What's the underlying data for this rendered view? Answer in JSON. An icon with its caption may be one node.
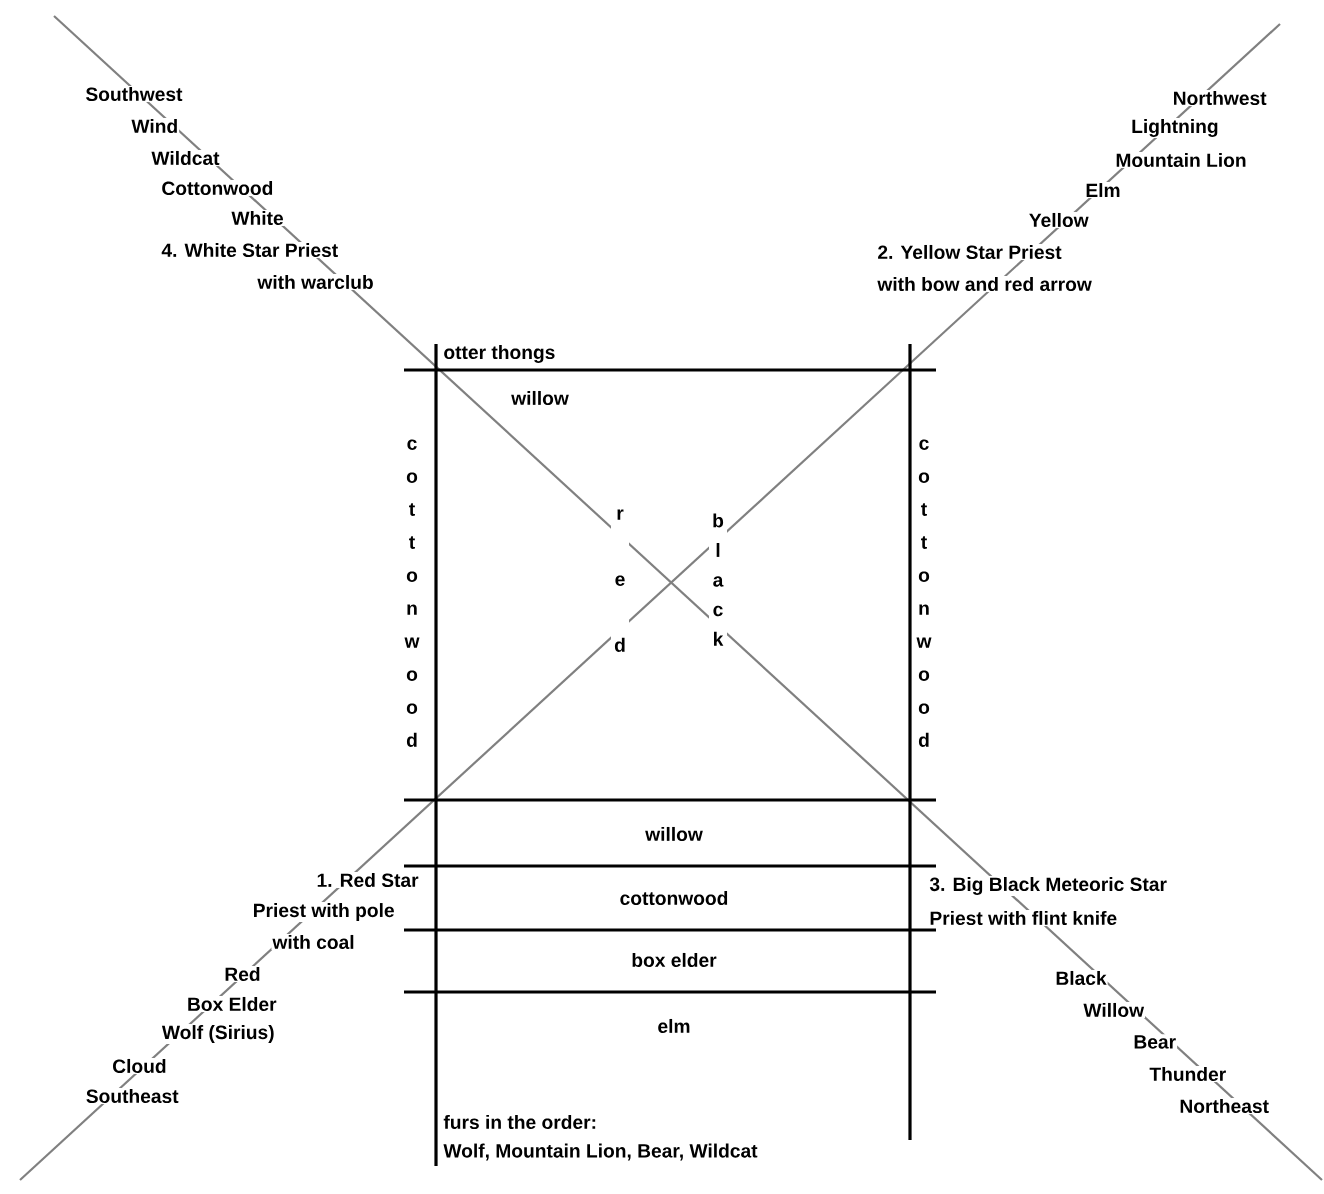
{
  "diagram": {
    "labels": [
      "Southwest",
      "Wind",
      "Wildcat",
      "Cottonwood",
      "White",
      "4. White Star Priest",
      "with warclub",
      "Northwest",
      "Lightning",
      "Mountain Lion",
      "Elm",
      "Yellow",
      "2. Yellow Star Priest",
      "with bow and red arrow",
      "otter thongs",
      "willow",
      "cottonwood",
      "red",
      "black",
      "cottonwood",
      "willow",
      "cottonwood",
      "box elder",
      "elm",
      "1. Red Star",
      "Priest with pole",
      "with coal",
      "Red",
      "Box Elder",
      "Wolf (Sirius)",
      "Cloud",
      "Southeast",
      "3. Big Black Meteoric Star",
      "Priest with flint knife",
      "Black",
      "Willow",
      "Bear",
      "Thunder",
      "Northeast",
      "furs in the order:",
      "Wolf, Mountain Lion, Bear, Wildcat"
    ]
  }
}
